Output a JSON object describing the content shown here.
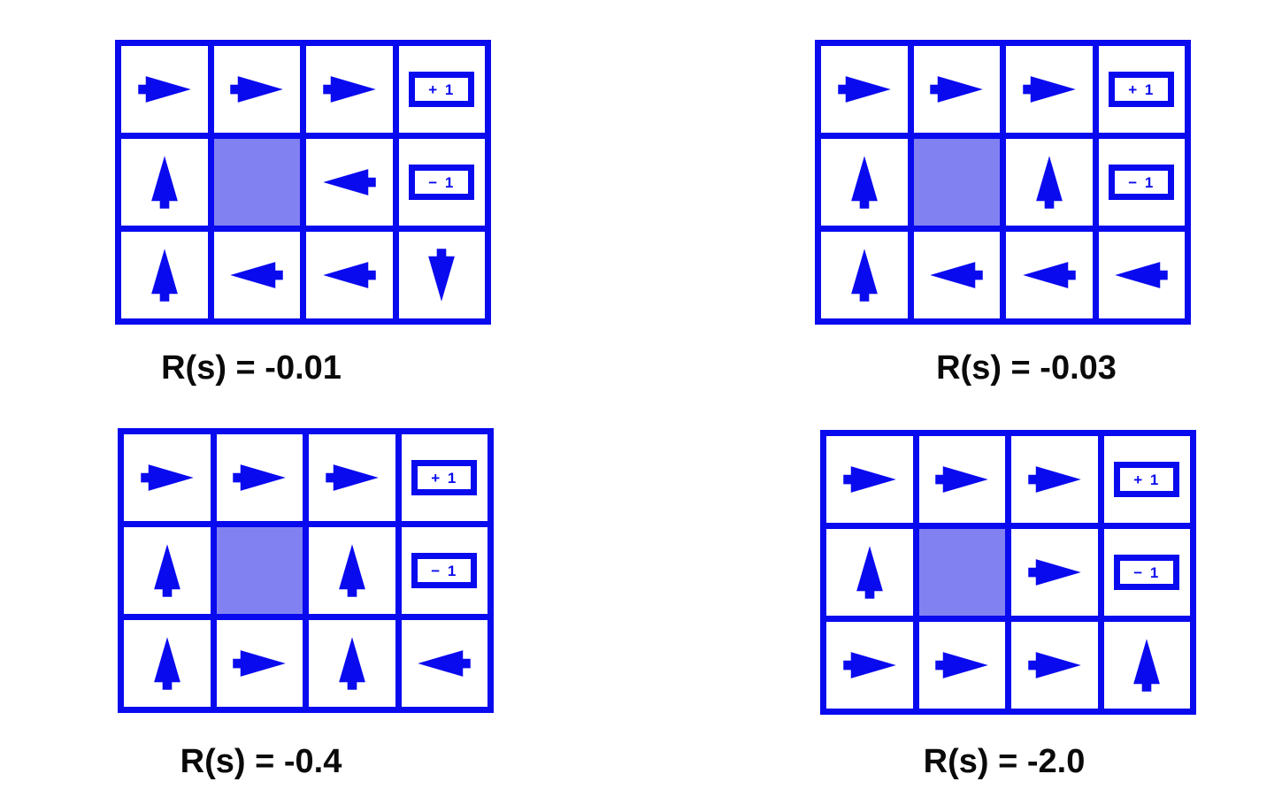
{
  "figure": {
    "description": "Gridworld optimal policies for four living-reward values",
    "colors": {
      "blue": "#0a0aef",
      "wall_fill": "#8181f2",
      "label_text": "#0a0a0a",
      "background": "#ffffff"
    },
    "terminal": {
      "plus_label": "+ 1",
      "minus_label": "− 1"
    },
    "grids": [
      {
        "label": "R(s) = -0.01",
        "rows": 3,
        "cols": 4,
        "cells": [
          [
            "right",
            "right",
            "right",
            "plus1"
          ],
          [
            "up",
            "wall",
            "left",
            "minus1"
          ],
          [
            "up",
            "left",
            "left",
            "down"
          ]
        ]
      },
      {
        "label": "R(s) = -0.03",
        "rows": 3,
        "cols": 4,
        "cells": [
          [
            "right",
            "right",
            "right",
            "plus1"
          ],
          [
            "up",
            "wall",
            "up",
            "minus1"
          ],
          [
            "up",
            "left",
            "left",
            "left"
          ]
        ]
      },
      {
        "label": "R(s) = -0.4",
        "rows": 3,
        "cols": 4,
        "cells": [
          [
            "right",
            "right",
            "right",
            "plus1"
          ],
          [
            "up",
            "wall",
            "up",
            "minus1"
          ],
          [
            "up",
            "right",
            "up",
            "left"
          ]
        ]
      },
      {
        "label": "R(s) = -2.0",
        "rows": 3,
        "cols": 4,
        "cells": [
          [
            "right",
            "right",
            "right",
            "plus1"
          ],
          [
            "up",
            "wall",
            "right",
            "minus1"
          ],
          [
            "right",
            "right",
            "right",
            "up"
          ]
        ]
      }
    ]
  }
}
